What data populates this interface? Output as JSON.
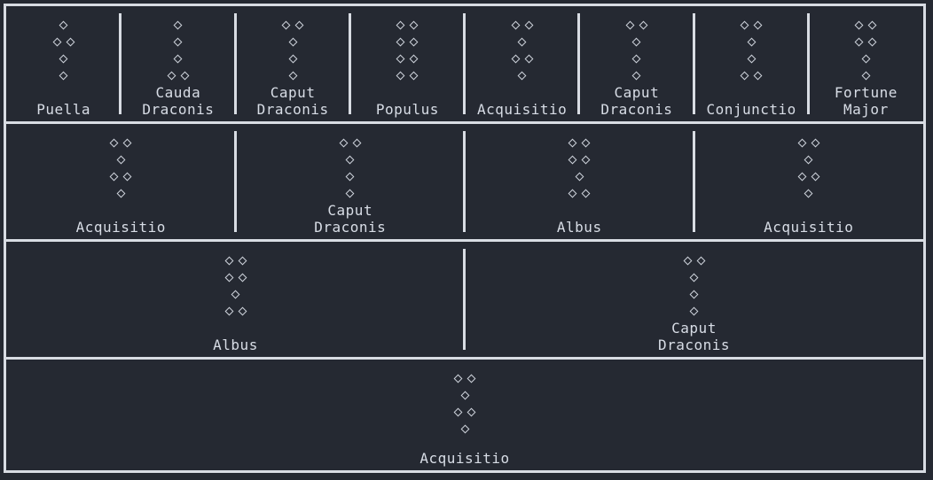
{
  "rows": [
    [
      {
        "name": "Puella",
        "pattern": [
          1,
          2,
          1,
          1
        ]
      },
      {
        "name": "Cauda\nDraconis",
        "pattern": [
          1,
          1,
          1,
          2
        ]
      },
      {
        "name": "Caput\nDraconis",
        "pattern": [
          2,
          1,
          1,
          1
        ]
      },
      {
        "name": "Populus",
        "pattern": [
          2,
          2,
          2,
          2
        ]
      },
      {
        "name": "Acquisitio",
        "pattern": [
          2,
          1,
          2,
          1
        ]
      },
      {
        "name": "Caput\nDraconis",
        "pattern": [
          2,
          1,
          1,
          1
        ]
      },
      {
        "name": "Conjunctio",
        "pattern": [
          2,
          1,
          1,
          2
        ]
      },
      {
        "name": "Fortune\nMajor",
        "pattern": [
          2,
          2,
          1,
          1
        ]
      }
    ],
    [
      {
        "name": "Acquisitio",
        "pattern": [
          2,
          1,
          2,
          1
        ]
      },
      {
        "name": "Caput\nDraconis",
        "pattern": [
          2,
          1,
          1,
          1
        ]
      },
      {
        "name": "Albus",
        "pattern": [
          2,
          2,
          1,
          2
        ]
      },
      {
        "name": "Acquisitio",
        "pattern": [
          2,
          1,
          2,
          1
        ]
      }
    ],
    [
      {
        "name": "Albus",
        "pattern": [
          2,
          2,
          1,
          2
        ]
      },
      {
        "name": "Caput\nDraconis",
        "pattern": [
          2,
          1,
          1,
          1
        ]
      }
    ],
    [
      {
        "name": "Acquisitio",
        "pattern": [
          2,
          1,
          2,
          1
        ]
      }
    ]
  ]
}
